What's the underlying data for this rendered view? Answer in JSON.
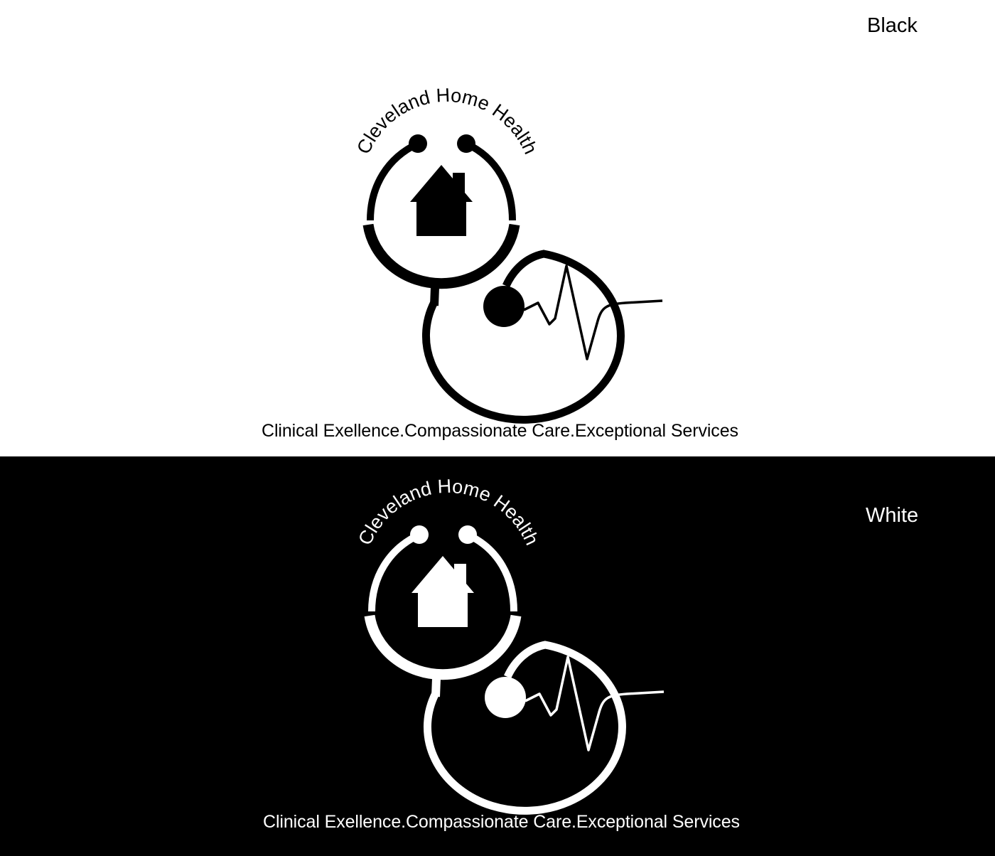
{
  "brand": {
    "name": "Cleveland Home Health",
    "tagline": "Clinical Exellence.Compassionate Care.Exceptional Services"
  },
  "variants": [
    {
      "label": "Black",
      "background": "#ffffff",
      "foreground": "#000000"
    },
    {
      "label": "White",
      "background": "#000000",
      "foreground": "#ffffff"
    }
  ],
  "icons": {
    "logo_mark": "stethoscope-with-house-and-heartbeat",
    "house": "house-icon",
    "heartbeat": "heartbeat-wave-icon"
  }
}
